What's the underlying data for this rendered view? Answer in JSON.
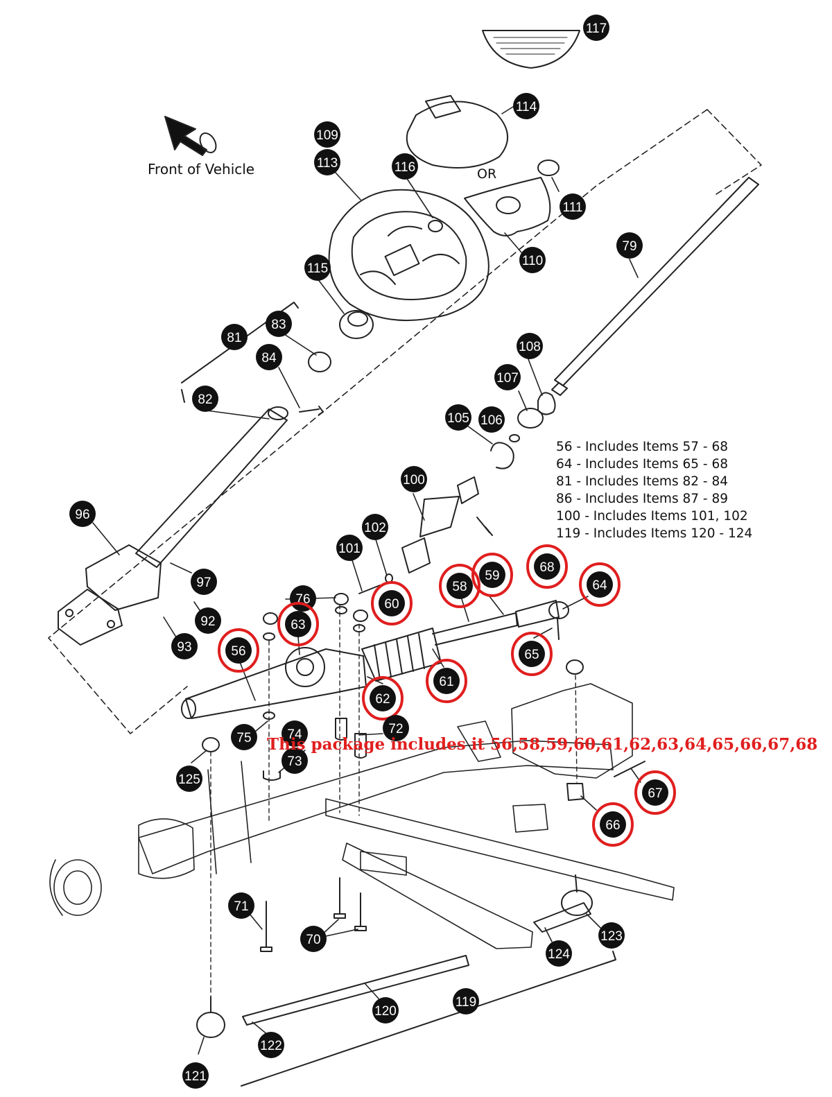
{
  "front_label": "Front of Vehicle",
  "or_label": "OR",
  "includes": [
    "56 - Includes Items 57 - 68",
    "64 - Includes Items 65 - 68",
    "81 - Includes Items 82 - 84",
    "86 - Includes Items 87 - 89",
    "100 - Includes Items 101, 102",
    "119 - Includes Items 120 - 124"
  ],
  "package_note": "This package includes it 56,58,59,60,61,62,63,64,65,66,67,68",
  "callouts": [
    {
      "label": "117",
      "circled": false
    },
    {
      "label": "114",
      "circled": false
    },
    {
      "label": "109",
      "circled": false
    },
    {
      "label": "113",
      "circled": false
    },
    {
      "label": "116",
      "circled": false
    },
    {
      "label": "111",
      "circled": false
    },
    {
      "label": "110",
      "circled": false
    },
    {
      "label": "79",
      "circled": false
    },
    {
      "label": "115",
      "circled": false
    },
    {
      "label": "81",
      "circled": false
    },
    {
      "label": "83",
      "circled": false
    },
    {
      "label": "84",
      "circled": false
    },
    {
      "label": "108",
      "circled": false
    },
    {
      "label": "107",
      "circled": false
    },
    {
      "label": "82",
      "circled": false
    },
    {
      "label": "105",
      "circled": false
    },
    {
      "label": "106",
      "circled": false
    },
    {
      "label": "100",
      "circled": false
    },
    {
      "label": "96",
      "circled": false
    },
    {
      "label": "102",
      "circled": false
    },
    {
      "label": "101",
      "circled": false
    },
    {
      "label": "97",
      "circled": false
    },
    {
      "label": "68",
      "circled": true
    },
    {
      "label": "59",
      "circled": true
    },
    {
      "label": "58",
      "circled": true
    },
    {
      "label": "64",
      "circled": true
    },
    {
      "label": "76",
      "circled": false
    },
    {
      "label": "60",
      "circled": true
    },
    {
      "label": "92",
      "circled": false
    },
    {
      "label": "63",
      "circled": true
    },
    {
      "label": "93",
      "circled": false
    },
    {
      "label": "56",
      "circled": true
    },
    {
      "label": "65",
      "circled": true
    },
    {
      "label": "61",
      "circled": true
    },
    {
      "label": "62",
      "circled": true
    },
    {
      "label": "72",
      "circled": false
    },
    {
      "label": "75",
      "circled": false
    },
    {
      "label": "74",
      "circled": false
    },
    {
      "label": "73",
      "circled": false
    },
    {
      "label": "125",
      "circled": false
    },
    {
      "label": "67",
      "circled": true
    },
    {
      "label": "66",
      "circled": true
    },
    {
      "label": "71",
      "circled": false
    },
    {
      "label": "70",
      "circled": false
    },
    {
      "label": "123",
      "circled": false
    },
    {
      "label": "124",
      "circled": false
    },
    {
      "label": "119",
      "circled": false
    },
    {
      "label": "120",
      "circled": false
    },
    {
      "label": "122",
      "circled": false
    },
    {
      "label": "121",
      "circled": false
    }
  ],
  "colors": {
    "callout_fill": "#111111",
    "highlight": "#e01e1e",
    "line": "#222222"
  }
}
